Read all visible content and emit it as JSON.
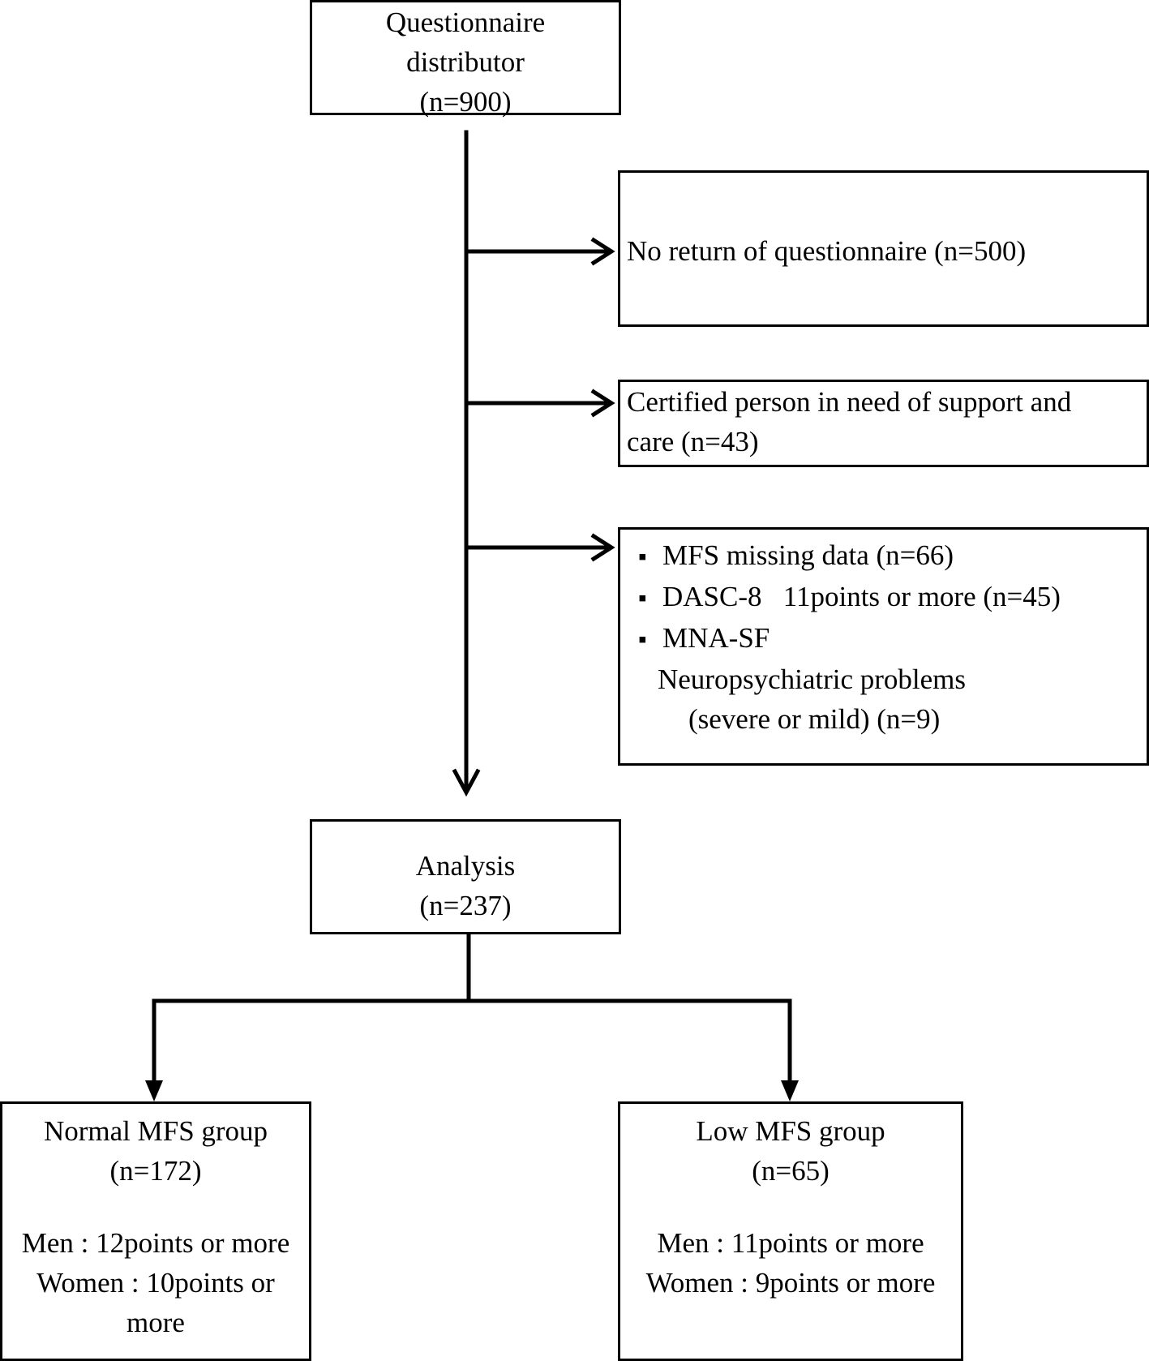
{
  "boxes": {
    "distributor": {
      "lines": [
        "Questionnaire",
        "distributor",
        "(n=900)"
      ]
    },
    "no_return": {
      "text": "No return of questionnaire (n=500)"
    },
    "certified": {
      "lines": [
        "Certified person in need of support and",
        "care (n=43)"
      ]
    },
    "exclusions": {
      "bullet_glyph": "▪",
      "items": [
        "MFS missing data (n=66)",
        "DASC-8   11points or more (n=45)",
        "MNA-SF"
      ],
      "sub_lines": [
        "Neuropsychiatric problems",
        "(severe or mild) (n=9)"
      ]
    },
    "analysis": {
      "lines": [
        "Analysis",
        "(n=237)"
      ]
    },
    "normal": {
      "lines": [
        "Normal MFS group",
        "(n=172)"
      ],
      "criteria": [
        "Men : 12points or more",
        "Women : 10points or",
        "more"
      ]
    },
    "low": {
      "lines": [
        "Low MFS group",
        "(n=65)"
      ],
      "criteria": [
        "Men : 11points or more",
        "Women : 9points or more"
      ]
    }
  }
}
